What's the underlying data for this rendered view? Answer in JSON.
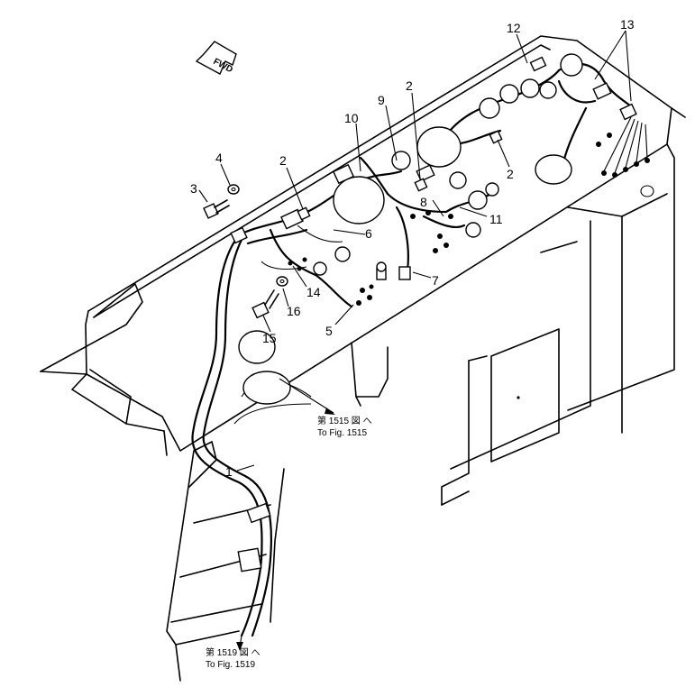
{
  "direction_label": "FWD",
  "callouts": [
    {
      "id": "c1",
      "label": "1"
    },
    {
      "id": "c2a",
      "label": "2"
    },
    {
      "id": "c2b",
      "label": "2"
    },
    {
      "id": "c2c",
      "label": "2"
    },
    {
      "id": "c3",
      "label": "3"
    },
    {
      "id": "c4",
      "label": "4"
    },
    {
      "id": "c5",
      "label": "5"
    },
    {
      "id": "c6",
      "label": "6"
    },
    {
      "id": "c7",
      "label": "7"
    },
    {
      "id": "c8",
      "label": "8"
    },
    {
      "id": "c9",
      "label": "9"
    },
    {
      "id": "c10",
      "label": "10"
    },
    {
      "id": "c11",
      "label": "11"
    },
    {
      "id": "c12",
      "label": "12"
    },
    {
      "id": "c13",
      "label": "13"
    },
    {
      "id": "c14",
      "label": "14"
    },
    {
      "id": "c15",
      "label": "15"
    },
    {
      "id": "c16",
      "label": "16"
    }
  ],
  "references": [
    {
      "id": "r1515",
      "line_jp": "第 1515 図 へ",
      "line_en": "To Fig. 1515"
    },
    {
      "id": "r1519",
      "line_jp": "第 1519 図 へ",
      "line_en": "To Fig. 1519"
    }
  ]
}
